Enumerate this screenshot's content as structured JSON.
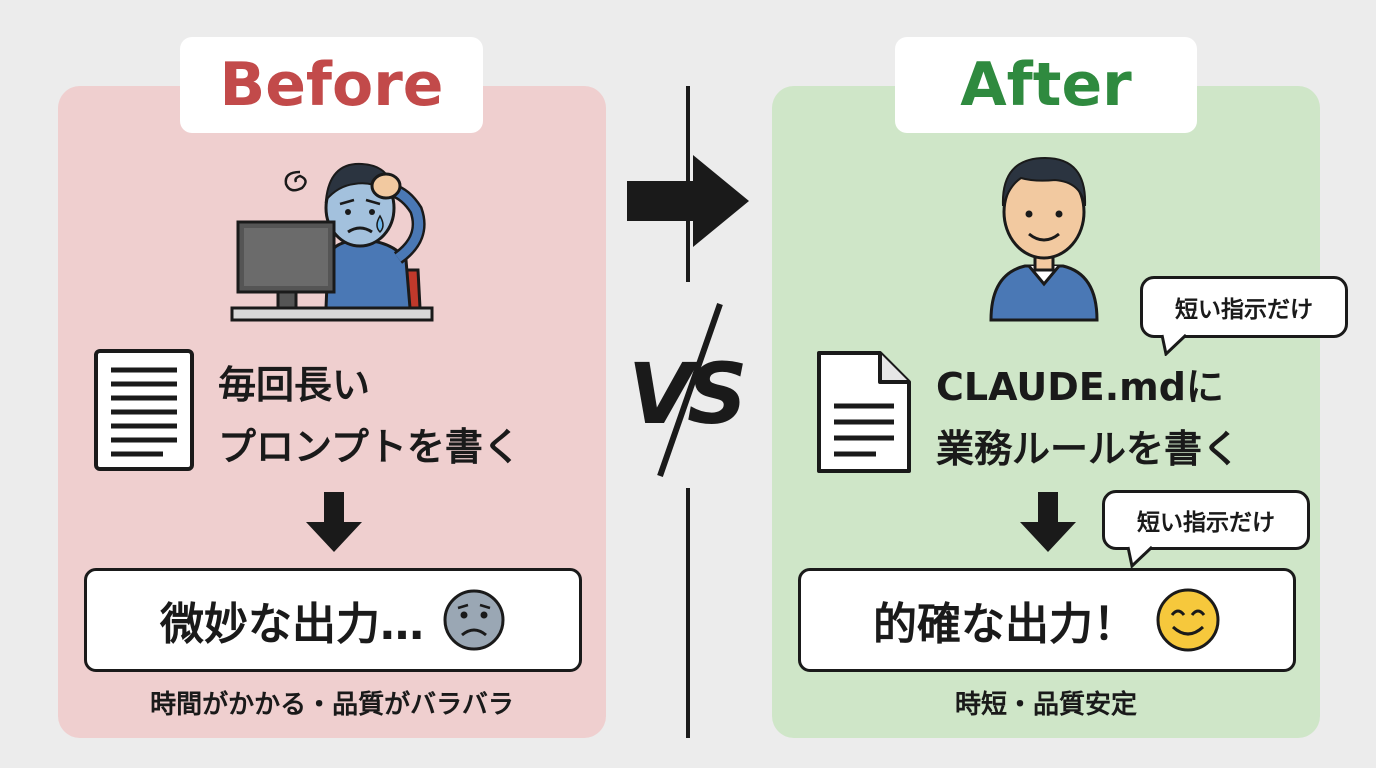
{
  "before": {
    "title": "Before",
    "main_line1": "毎回長い",
    "main_line2": "プロンプトを書く",
    "result": "微妙な出力…",
    "caption": "時間がかかる・品質がバラバラ"
  },
  "after": {
    "title": "After",
    "main_line1": "CLAUDE.mdに",
    "main_line2": "業務ルールを書く",
    "bubble_top": "短い指示だけ",
    "bubble_mid": "短い指示だけ",
    "result": "的確な出力！",
    "caption": "時短・品質安定"
  },
  "center": {
    "vs": "VS"
  },
  "colors": {
    "before_bg": "#efcfcf",
    "after_bg": "#cfe6c8",
    "before_title": "#c24a4a",
    "after_title": "#2f8a3f",
    "ink": "#1a1a1a"
  },
  "icons": [
    "stressed-person-icon",
    "computer-icon",
    "document-icon",
    "sad-face-icon",
    "happy-person-icon",
    "smile-face-icon",
    "arrow-right-icon",
    "arrow-down-icon"
  ]
}
